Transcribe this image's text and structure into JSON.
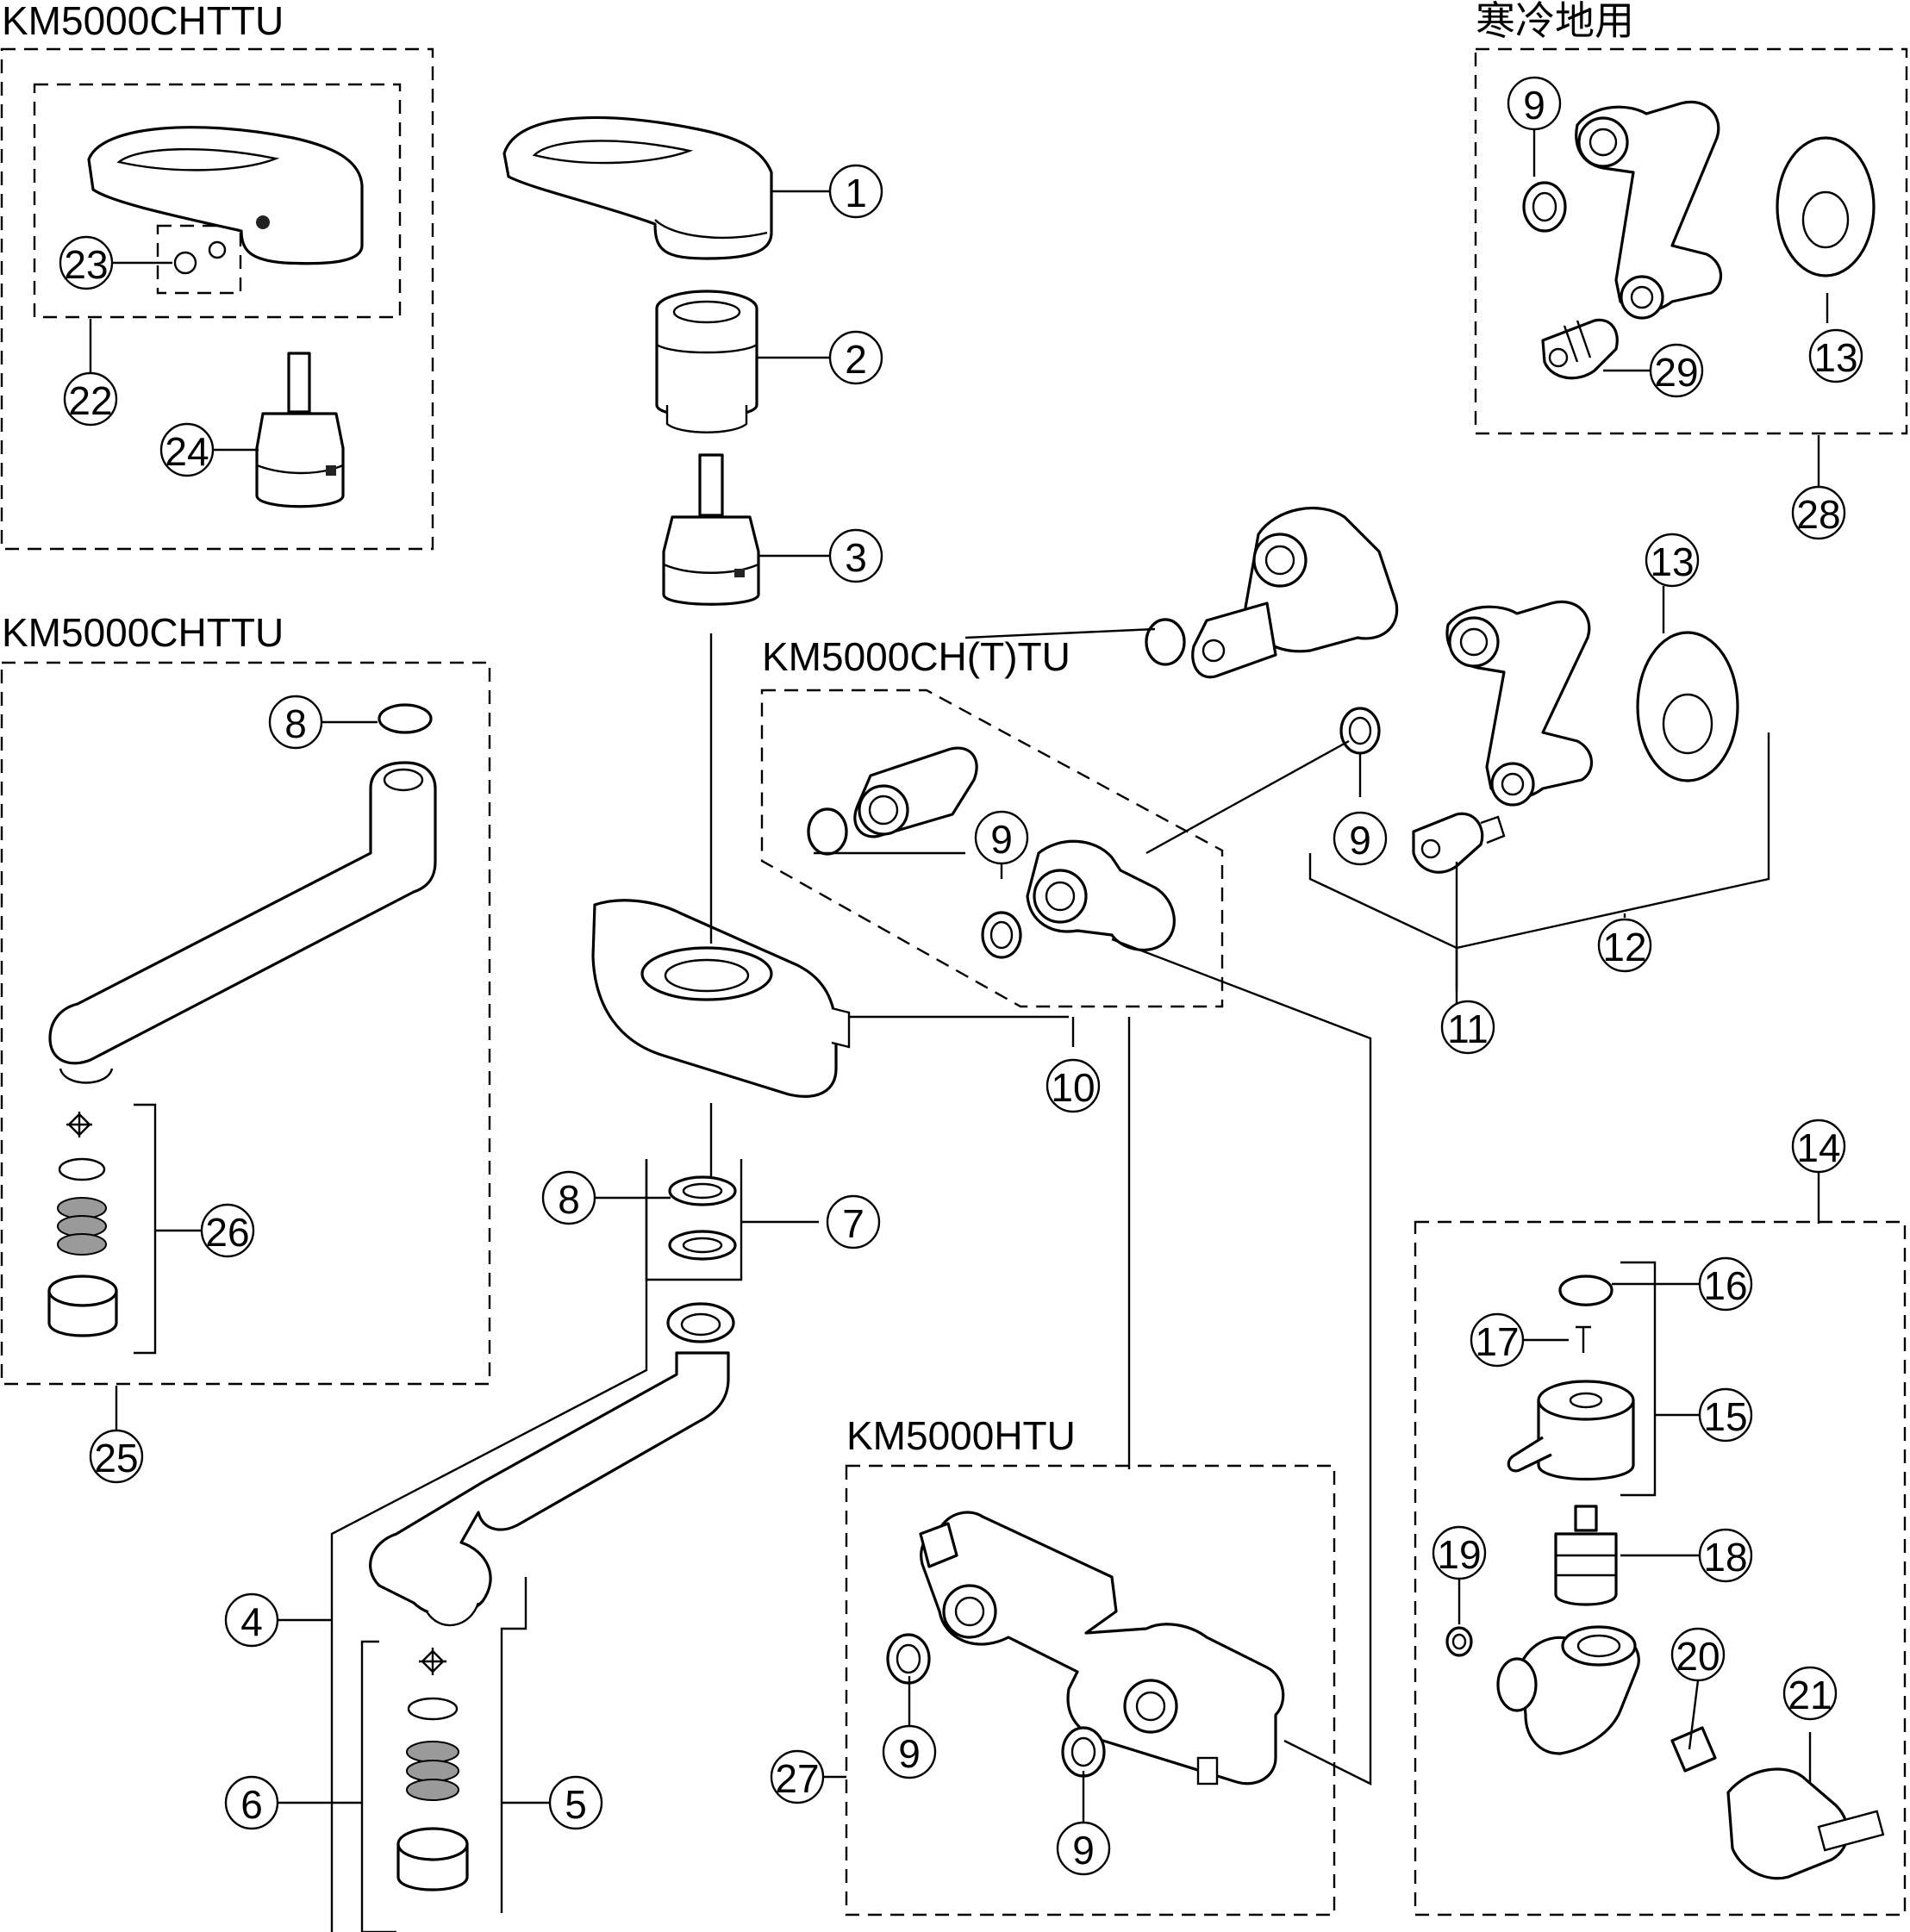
{
  "labels": {
    "km5000chttu_top": "KM5000CHTTU",
    "km5000chttu_mid": "KM5000CHTTU",
    "km5000ch_t_tu": "KM5000CH(T)TU",
    "km5000htu": "KM5000HTU",
    "cold_region": "寒冷地用"
  },
  "callouts": {
    "n1": "1",
    "n2": "2",
    "n3": "3",
    "n4": "4",
    "n5": "5",
    "n6": "6",
    "n7": "7",
    "n8a": "8",
    "n8b": "8",
    "n9a": "9",
    "n9b": "9",
    "n9c": "9",
    "n9d": "9",
    "n9e": "9",
    "n10": "10",
    "n11": "11",
    "n12": "12",
    "n13a": "13",
    "n13b": "13",
    "n14": "14",
    "n15": "15",
    "n16": "16",
    "n17": "17",
    "n18": "18",
    "n19": "19",
    "n20": "20",
    "n21": "21",
    "n22": "22",
    "n23": "23",
    "n24": "24",
    "n25": "25",
    "n26": "26",
    "n27": "27",
    "n28": "28",
    "n29": "29"
  }
}
